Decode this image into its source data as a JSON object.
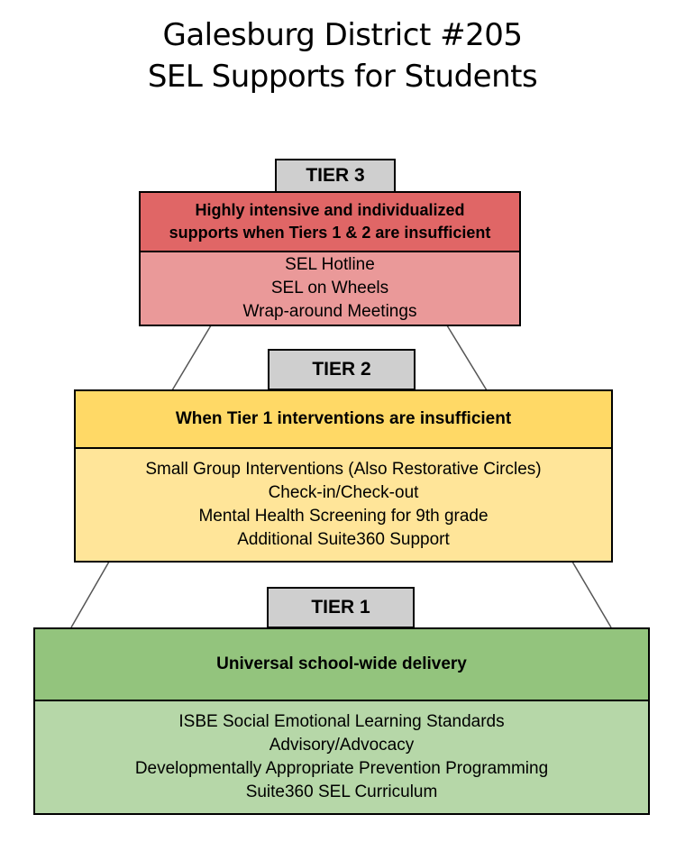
{
  "title": {
    "line1": "Galesburg District #205",
    "line2": "SEL Supports for Students"
  },
  "colors": {
    "tier3_header": "#e06666",
    "tier3_body": "#ea9999",
    "tier2_header": "#ffd966",
    "tier2_body": "#ffe599",
    "tier1_header": "#93c47d",
    "tier1_body": "#b6d7a8",
    "tier_label": "#cfcfcf"
  },
  "tiers": {
    "tier3": {
      "label": "TIER 3",
      "header_line1": "Highly intensive and individualized",
      "header_line2": "supports when Tiers 1 & 2 are insufficient",
      "items": [
        "SEL Hotline",
        "SEL on Wheels",
        "Wrap-around Meetings"
      ]
    },
    "tier2": {
      "label": "TIER 2",
      "header": "When Tier 1 interventions are insufficient",
      "items": [
        "Small Group Interventions (Also Restorative Circles)",
        "Check-in/Check-out",
        "Mental Health Screening for 9th grade",
        "Additional Suite360 Support"
      ]
    },
    "tier1": {
      "label": "TIER 1",
      "header": "Universal school-wide delivery",
      "items": [
        "ISBE Social Emotional Learning Standards",
        "Advisory/Advocacy",
        "Developmentally Appropriate Prevention Programming",
        "Suite360 SEL Curriculum"
      ]
    }
  }
}
